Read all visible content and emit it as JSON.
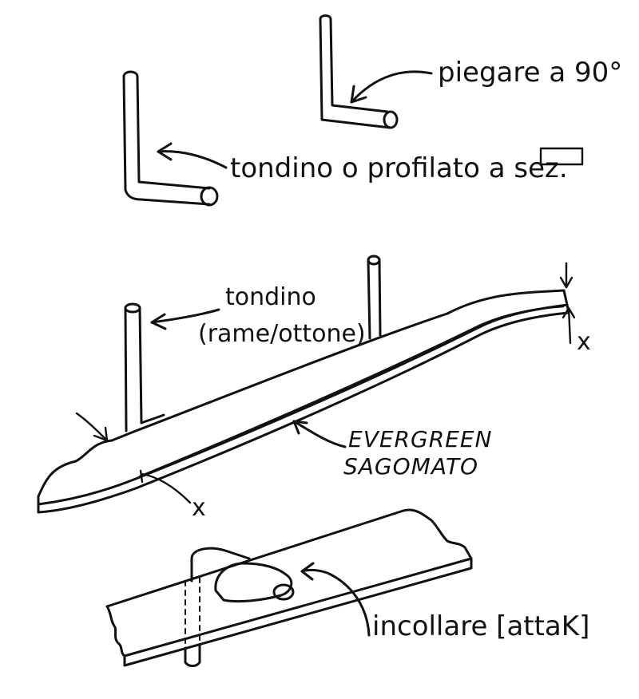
{
  "labels": {
    "bend": "piegare a 90°",
    "rod_or_profile": "tondino o profilato a sez.",
    "rod": "tondino",
    "rod_material": "(rame/ottone)",
    "evergreen_line1": "EVERGREEN",
    "evergreen_line2": "SAGOMATO",
    "dim_x_right": "x",
    "dim_x_bottom": "x",
    "glue": "incollare [attaK]"
  },
  "colors": {
    "ink": "#111111",
    "paper": "#ffffff"
  }
}
